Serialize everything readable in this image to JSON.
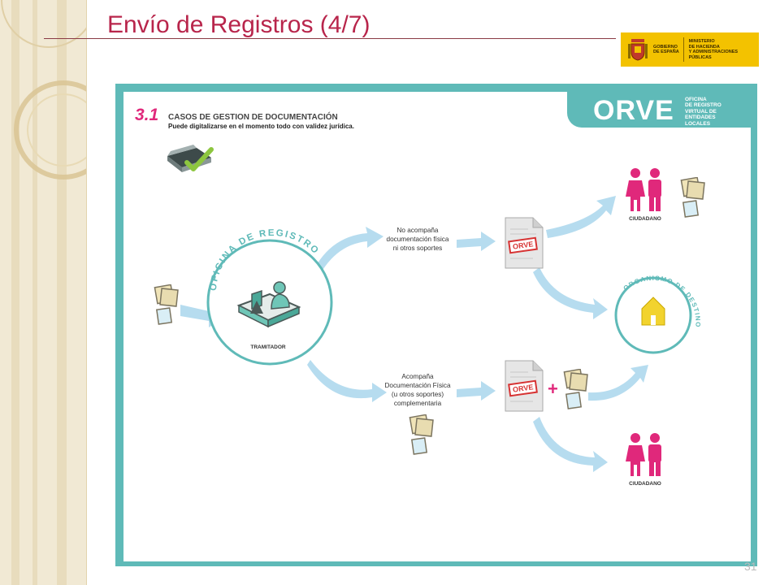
{
  "slide": {
    "title": "Envío de Registros (4/7)",
    "page_number": "31"
  },
  "logo": {
    "gov_lines": [
      "GOBIERNO",
      "DE ESPAÑA"
    ],
    "ministry_lines": [
      "MINISTERIO",
      "DE HACIENDA",
      "Y ADMINISTRACIONES PÚBLICAS"
    ]
  },
  "diagram": {
    "brand": "ORVE",
    "brand_sub": [
      "OFICINA",
      "DE REGISTRO",
      "VIRTUAL DE",
      "ENTIDADES",
      "LOCALES"
    ],
    "section_number": "3.1",
    "section_title": "CASOS DE GESTION DE DOCUMENTACIÓN",
    "section_subtitle": "Puede digitalizarse en el momento todo con validez jurídica.",
    "office_ring_label": "OFICINA DE REGISTRO",
    "processor_label": "TRAMITADOR",
    "branch_top": [
      "No acompaña",
      "documentación física",
      "ni otros soportes"
    ],
    "branch_bottom": [
      "Acompaña",
      "Documentación Física",
      "(u otros soportes)",
      "complementaria"
    ],
    "destination_ring_label": "ORGANISMO DE DESTINO",
    "citizen_label_top": "CIUDADANO",
    "citizen_label_bottom": "CIUDADANO",
    "stamp_label": "ORVE",
    "plus_sign": "+",
    "colors": {
      "teal": "#5fbab8",
      "magenta": "#e0287b",
      "arrow": "#b6dcef",
      "title_red": "#b8254b"
    }
  }
}
